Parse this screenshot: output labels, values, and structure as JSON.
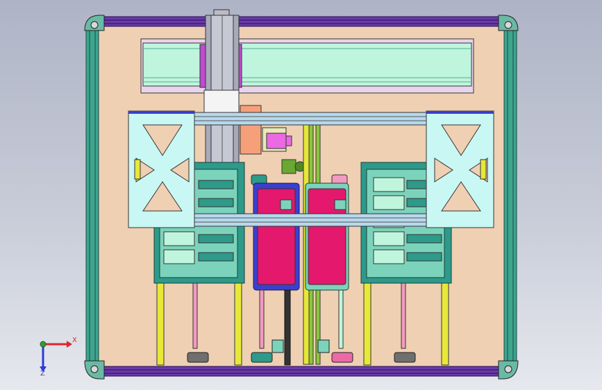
{
  "viewport": {
    "kind": "cad-3d-model-front-view",
    "background_gradient": [
      "#aeb4c6",
      "#e6e8ee"
    ],
    "colors": {
      "base_plate": "#efd0b3",
      "frame_green": "#2f8a7a",
      "frame_purple": "#5a2e92",
      "rail_mint": "#bff5dc",
      "cross_plate": "#c9f7f4",
      "cartridge_red": "#e4186c",
      "cartridge_blue": "#3b3fd0",
      "yellow_rail": "#e7e838",
      "motor_magenta": "#ec69e4",
      "orange_block": "#f6a07a",
      "module_teal": "#2d9a8a"
    }
  },
  "axis_triad": {
    "x_label": "X",
    "z_label": "Z",
    "colors": {
      "x": "#e3242b",
      "y": "#30a030",
      "z": "#2b3bd8"
    }
  }
}
